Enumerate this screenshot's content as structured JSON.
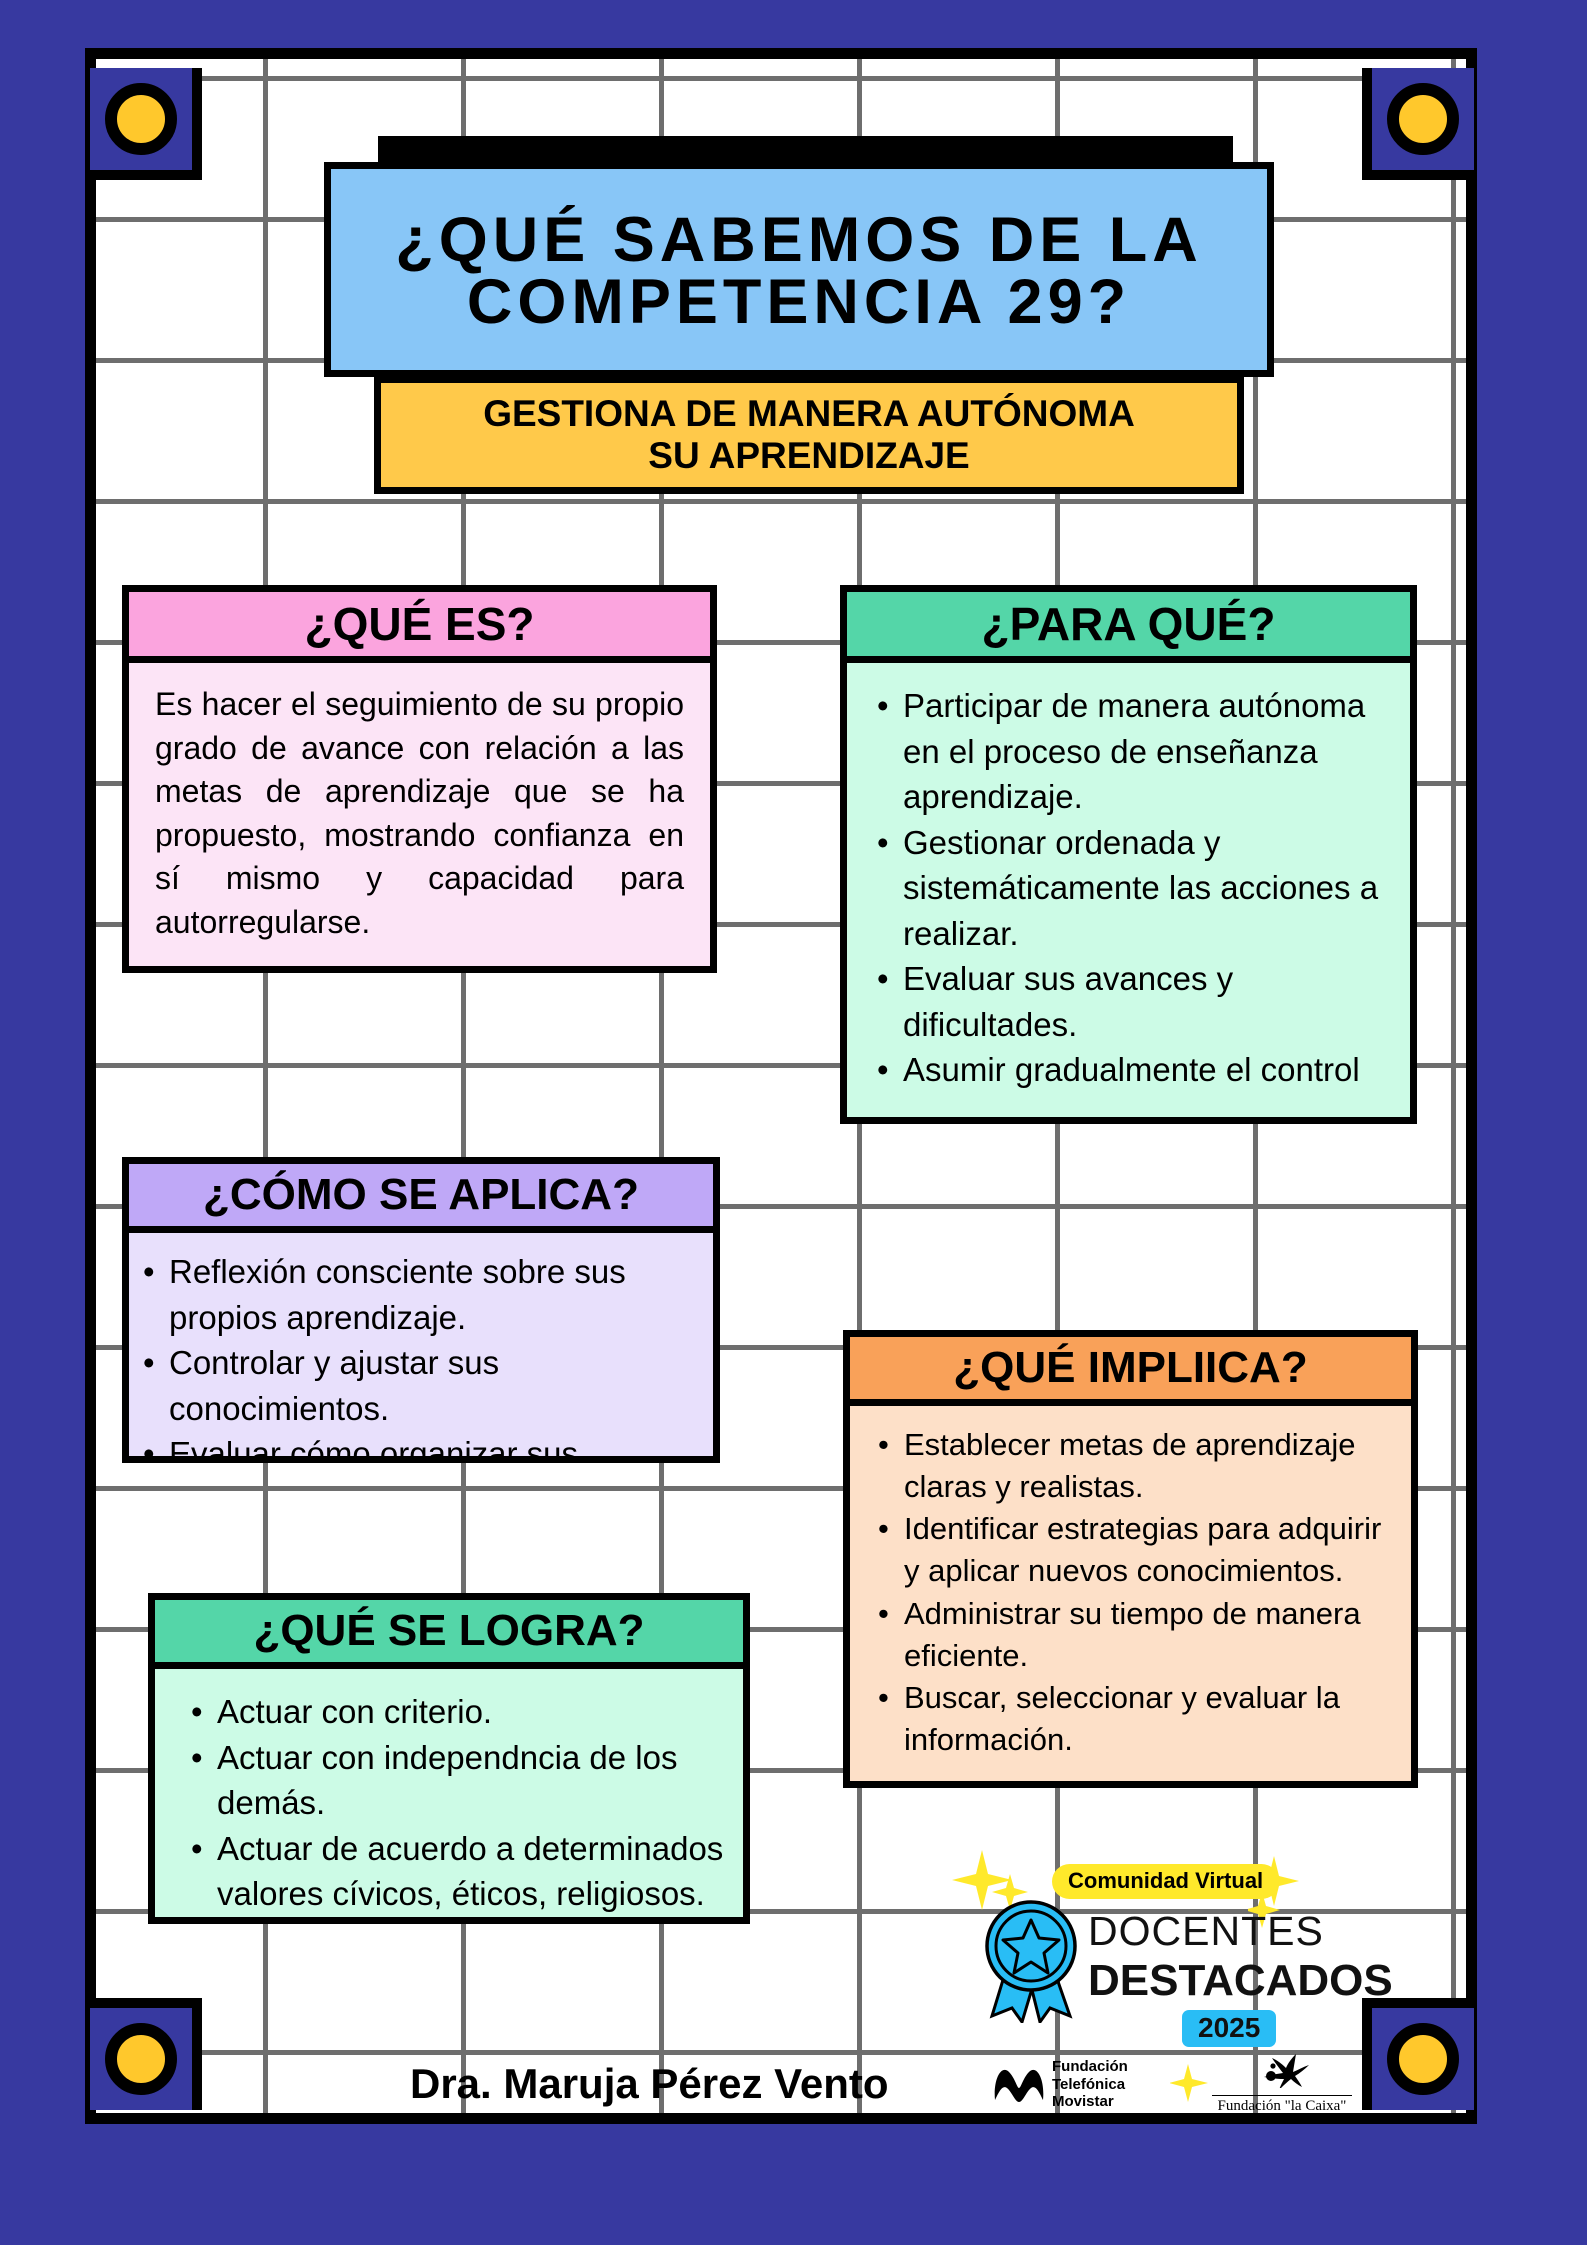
{
  "poster": {
    "background_color": "#3739a0",
    "panel_color": "#ffffff",
    "grid_line_color": "#6e6e6e",
    "accent_yellow": "#ffc82c"
  },
  "header": {
    "title_line1": "¿QUÉ SABEMOS DE LA",
    "title_line2": "COMPETENCIA 29?",
    "title_bg": "#88c6f7",
    "subtitle_line1": "GESTIONA DE MANERA AUTÓNOMA",
    "subtitle_line2": "SU APRENDIZAJE",
    "subtitle_bg": "#ffc94a"
  },
  "cards": {
    "que_es": {
      "title": "¿QUÉ ES?",
      "header_color": "#fba4de",
      "body_color": "#fce4f6",
      "paragraph": "Es hacer el seguimiento de su propio grado de avance con relación a las metas de aprendizaje que se ha propuesto, mostrando confianza en sí mismo y capacidad para autorregularse."
    },
    "para_que": {
      "title": "¿PARA QUÉ?",
      "header_color": "#54d6a8",
      "body_color": "#ccfbe6",
      "items": [
        "Participar de manera autónoma en el proceso de enseñanza aprendizaje.",
        "Gestionar ordenada y sistemáticamente las acciones a realizar.",
        "Evaluar sus avances y dificultades.",
        "Asumir gradualmente el control"
      ]
    },
    "como_se_aplica": {
      "title": "¿CÓMO SE APLICA?",
      "header_color": "#bfa8f7",
      "body_color": "#e8e0fc",
      "items": [
        "Reflexión consciente sobre sus propios aprendizaje.",
        "Controlar y ajustar sus conocimientos.",
        "Evaluar cómo organizar sus recursos"
      ]
    },
    "que_implica": {
      "title": "¿QUÉ IMPLIICA?",
      "header_color": "#f9a159",
      "body_color": "#fde0c8",
      "items": [
        "Establecer metas de aprendizaje claras y realistas.",
        "Identificar estrategias para adquirir y aplicar nuevos conocimientos.",
        "Administrar su tiempo de manera eficiente.",
        "Buscar, seleccionar y evaluar la información."
      ]
    },
    "que_se_logra": {
      "title": "¿QUÉ SE LOGRA?",
      "header_color": "#54d6a8",
      "body_color": "#ccfbe6",
      "items": [
        "Actuar con criterio.",
        "Actuar con independncia de los demás.",
        "Actuar de acuerdo a determinados valores cívicos, éticos, religiosos."
      ]
    }
  },
  "badge": {
    "pill_label": "Comunidad Virtual",
    "line1": "DOCENTES",
    "line2": "DESTACADOS",
    "year": "2025",
    "pill_color": "#ffe92b",
    "medal_color": "#29bdf5"
  },
  "footer": {
    "author": "Dra. Maruja Pérez Vento",
    "movistar_line1": "Fundación",
    "movistar_line2": "Telefónica",
    "movistar_line3": "Movistar",
    "caixa_label": "Fundación \"la Caixa\""
  }
}
